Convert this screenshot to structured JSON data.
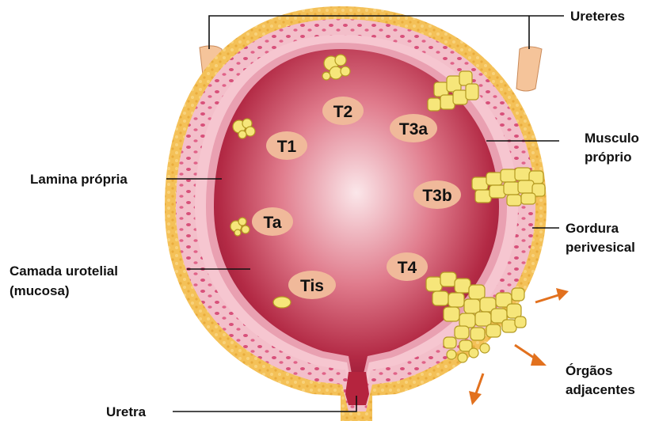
{
  "labels": {
    "ureteres": "Ureteres",
    "musculo_line1": "Musculo",
    "musculo_line2": "próprio",
    "lamina": "Lamina própria",
    "gordura_line1": "Gordura",
    "gordura_line2": "perivesical",
    "camada_line1": "Camada urotelial",
    "camada_line2": "(mucosa)",
    "orgaos_line1": "Órgãos",
    "orgaos_line2": "adjacentes",
    "uretra": "Uretra"
  },
  "stages": {
    "t1": "T1",
    "t2": "T2",
    "t3a": "T3a",
    "t3b": "T3b",
    "ta": "Ta",
    "t4": "T4",
    "tis": "Tis"
  },
  "colors": {
    "fat": "#f4c158",
    "muscle": "#f2b8c4",
    "muscle_spots": "#d8507a",
    "lumen_dark": "#9e1a34",
    "lumen_light": "#fbe3e6",
    "tumor": "#f6e67a",
    "tumor_outline": "#b49a22",
    "stage_badge": "#f0b99a",
    "ureter": "#f5c49a",
    "arrow": "#e2711e"
  }
}
